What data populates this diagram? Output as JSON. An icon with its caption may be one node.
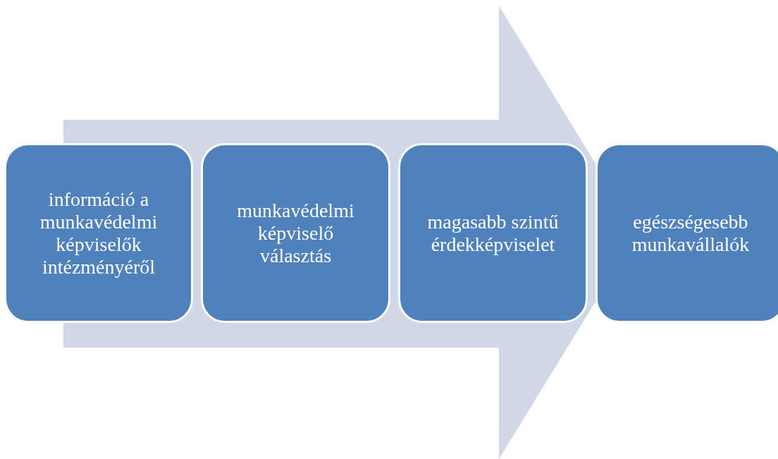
{
  "diagram": {
    "nodes": [
      {
        "text": [
          "információ a munkavédelmi képviselők intézményéről"
        ]
      },
      {
        "text": [
          "munkavédelmi képviselő választás"
        ]
      },
      {
        "text": [
          "magasabb szintű érdekképviselet"
        ]
      },
      {
        "text": [
          "egészségesebb munkavállalók"
        ]
      }
    ],
    "edges": [
      {
        "from": 0,
        "to": 3,
        "arrow": "to"
      }
    ]
  }
}
